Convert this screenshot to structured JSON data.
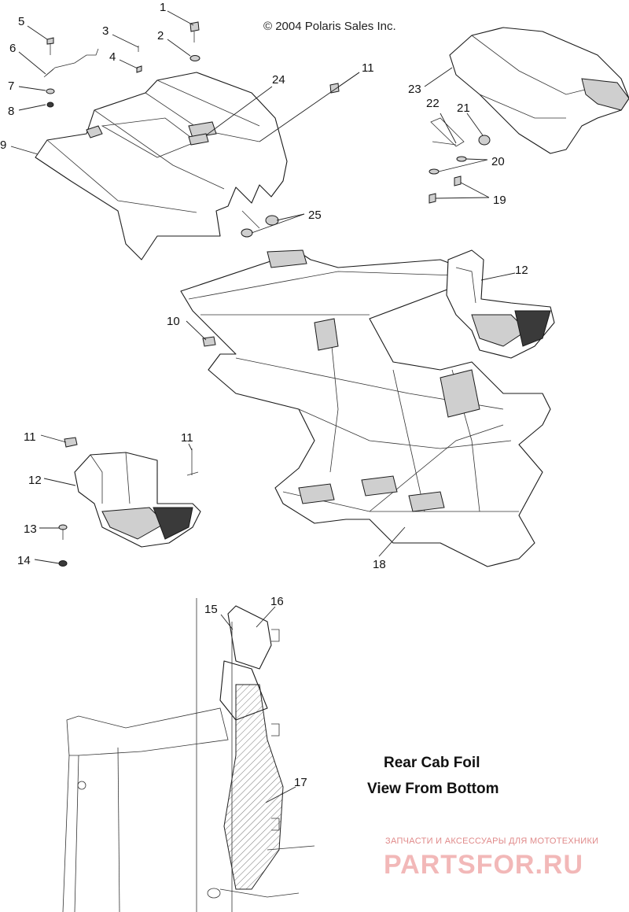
{
  "copyright": "© 2004 Polaris Sales Inc.",
  "caption": {
    "line1": "Rear Cab Foil",
    "line2": "View From Bottom"
  },
  "callouts": [
    "1",
    "2",
    "3",
    "4",
    "5",
    "6",
    "7",
    "8",
    "9",
    "10",
    "11",
    "11",
    "11",
    "12",
    "12",
    "13",
    "14",
    "15",
    "16",
    "17",
    "18",
    "19",
    "20",
    "21",
    "22",
    "23",
    "24",
    "25"
  ],
  "watermark": {
    "line1": "ЗАПЧАСТИ И АКСЕССУАРЫ ДЛЯ МОТОТЕХНИКИ",
    "line2": "PARTSFOR.RU"
  }
}
